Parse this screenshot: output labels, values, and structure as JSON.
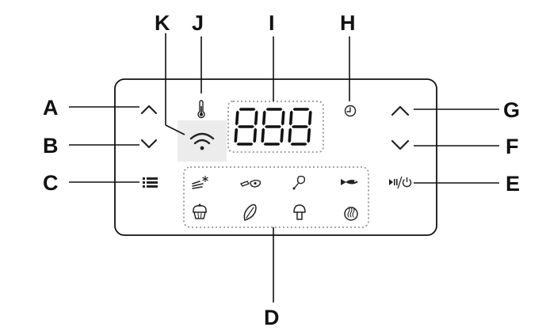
{
  "labels": {
    "a": "A",
    "b": "B",
    "c": "C",
    "d": "D",
    "e": "E",
    "f": "F",
    "g": "G",
    "h": "H",
    "i": "I",
    "j": "J",
    "k": "K"
  },
  "display": {
    "digits": "888"
  },
  "icons": {
    "temp_up": "chevron-up-icon",
    "temp_down": "chevron-down-icon",
    "menu": "menu-list-icon",
    "wifi": "wifi-icon",
    "thermometer": "thermometer-icon",
    "timer": "clock-icon",
    "time_up": "chevron-up-icon",
    "time_down": "chevron-down-icon",
    "start_stop": "play-pause-power-icon",
    "presets": [
      "frozen-food-icon",
      "meat-icon",
      "chicken-drumstick-icon",
      "fish-icon",
      "muffin-icon",
      "vegetable-icon",
      "mushroom-icon",
      "reheat-icon"
    ]
  }
}
